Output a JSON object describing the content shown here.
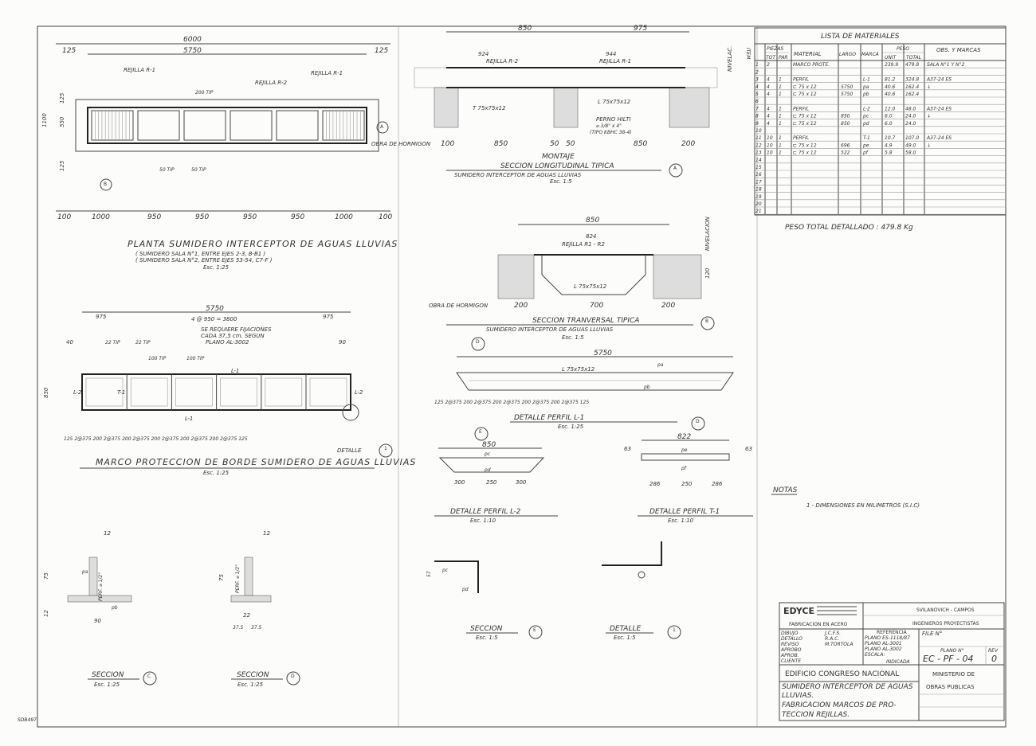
{
  "plan": {
    "title": "PLANTA SUMIDERO INTERCEPTOR DE AGUAS LLUVIAS",
    "sub1": "( SUMIDERO SALA N°1, ENTRE EJES 2-3, B-B1 )",
    "sub2": "( SUMIDERO SALA N°2, ENTRE EJES 53-54, C7-F )",
    "scale": "Esc. 1:25",
    "d_total": "6000",
    "d_inner": "5750",
    "d_l": "125",
    "d_r": "125",
    "v1": "1100",
    "v2": "550",
    "v3": "125",
    "v4": "125",
    "rejilla_r1": "REJILLA R-1",
    "rejilla_r2": "REJILLA R-2",
    "rejilla_r1b": "REJILLA R-1",
    "tip200": "200 TIP",
    "tip50a": "50 TIP",
    "tip50b": "50 TIP",
    "mark_a": "A",
    "mark_b": "B",
    "bottom": [
      "100",
      "1000",
      "950",
      "950",
      "950",
      "950",
      "1000",
      "100"
    ]
  },
  "montaje": {
    "title": "MONTAJE",
    "t1": "SECCION LONGITUDINAL TIPICA",
    "t2": "SUMIDERO INTERCEPTOR DE AGUAS LLUVIAS",
    "scale": "Esc. 1:5",
    "d850": "850",
    "d975": "975",
    "d924": "924",
    "d944": "944",
    "r2": "REJILLA R-2",
    "r1": "REJILLA R-1",
    "angle1": "T 75x75x12",
    "angle2": "L 75x75x12",
    "perno": "PERNO HILTI",
    "perno2": "⌀ 3/8\" x 4\"",
    "perno3": "(TIPO KBHC 38-4)",
    "obra": "OBRA DE HORMIGON",
    "nivel": "NIVELAC.",
    "bot": [
      "100",
      "850",
      "50",
      "50",
      "850",
      "200"
    ],
    "mark": "A"
  },
  "transversal": {
    "title": "SECCION TRANVERSAL TIPICA",
    "t2": "SUMIDERO INTERCEPTOR DE AGUAS LLUVIAS",
    "scale": "Esc. 1:5",
    "d850": "850",
    "d824": "824",
    "rej": "REJILLA R1 - R2",
    "angle": "L 75x75x12",
    "obra": "OBRA DE HORMIGON",
    "nivel": "NIVELACION",
    "bot": [
      "200",
      "700",
      "200"
    ],
    "d120": "120",
    "mark": "B"
  },
  "marco": {
    "title": "MARCO PROTECCION DE BORDE SUMIDERO DE AGUAS LLUVIAS",
    "scale": "Esc. 1:25",
    "d5750": "5750",
    "d975a": "975",
    "d975b": "975",
    "spacing": "4 @ 950 = 3800",
    "note1": "SE REQUIERE FIJACIONES",
    "note2": "CADA 37,5 cm. SEGUN",
    "note3": "PLANO AL-3002",
    "l1top": "L-1",
    "l1bot": "L-1",
    "l2l": "L-2",
    "l2r": "L-2",
    "t1": "T-1",
    "tip22a": "22 TIP",
    "tip22b": "22 TIP",
    "tip100a": "100 TIP",
    "tip100b": "100 TIP",
    "d40": "40",
    "d90": "90",
    "d850": "850",
    "bottom": "125   2@375   200   2@375   200   2@375   200   2@375   200   2@375   200   2@375   125",
    "detalle": "DETALLE",
    "dmark": "1"
  },
  "perfil_l1": {
    "title": "DETALLE PERFIL L-1",
    "scale": "Esc. 1:25",
    "d5750": "5750",
    "angle": "L 75x75x12",
    "pa": "pa",
    "pb": "pb",
    "bottom": "125   2@375  200  2@375  200  2@375  200  2@375  200  2@375   125",
    "mark": "D"
  },
  "perfil_l2": {
    "title": "DETALLE PERFIL L-2",
    "scale": "Esc. 1:10",
    "d850": "850",
    "pc": "pc",
    "pd": "pd",
    "bot": [
      "300",
      "250",
      "300"
    ],
    "mark": "E"
  },
  "perfil_t1": {
    "title": "DETALLE PERFIL T-1",
    "scale": "Esc. 1:10",
    "d822": "822",
    "d63a": "63",
    "d63b": "63",
    "pe": "pe",
    "pf": "pf",
    "bot": [
      "286",
      "250",
      "286"
    ],
    "mark": "D"
  },
  "secc_c": {
    "title": "SECCION",
    "scale": "Esc. 1:25",
    "mark": "C",
    "d12": "12",
    "d75": "75",
    "d90": "90",
    "d12b": "12",
    "lbl": "PERF. ⌀ 1/2\"",
    "pa": "pa",
    "pb": "pb"
  },
  "secc_d": {
    "title": "SECCION",
    "scale": "Esc. 1:25",
    "mark": "D",
    "d12": "12",
    "d75": "75",
    "d22": "22",
    "d375": "37.5",
    "d375b": "37.5",
    "lbl": "PERF. ⌀ 1/2\""
  },
  "secc_e": {
    "title": "SECCION",
    "scale": "Esc. 1:5",
    "mark": "E",
    "pc": "pc",
    "pd": "pd",
    "d57": "57"
  },
  "detalle1": {
    "title": "DETALLE",
    "scale": "Esc. 1:5",
    "mark": "1"
  },
  "lista": {
    "title": "LISTA DE MATERIALES",
    "h_item": "ITEM",
    "h_piezas": "PIEZAS",
    "h_tot": "TOT",
    "h_par": "PAR",
    "h_material": "MATERIAL",
    "h_largo": "LARGO",
    "h_marca": "MARCA",
    "h_peso": "PESO",
    "h_unit": "UNIT",
    "h_total": "TOTAL",
    "h_obs": "OBS. Y MARCAS",
    "rows": [
      [
        "1",
        "2",
        "",
        "MARCO PROTE.",
        "",
        "",
        "239.9",
        "479.8",
        "SALA N°1 Y N°2"
      ],
      [
        "2",
        "",
        "",
        "",
        "",
        "",
        "",
        "",
        ""
      ],
      [
        "3",
        "4",
        "1",
        "PERFIL",
        "",
        "L-1",
        "81.2",
        "324.8",
        "A37-24 ES"
      ],
      [
        "4",
        "4",
        "1",
        "⊏ 75 x 12",
        "5750",
        "pa",
        "40.6",
        "162.4",
        "↓"
      ],
      [
        "5",
        "4",
        "1",
        "⊏ 75 x 12",
        "5750",
        "pb",
        "40.6",
        "162.4",
        ""
      ],
      [
        "6",
        "",
        "",
        "",
        "",
        "",
        "",
        "",
        ""
      ],
      [
        "7",
        "4",
        "1",
        "PERFIL",
        "",
        "L-2",
        "12.0",
        "48.0",
        "A37-24 ES"
      ],
      [
        "8",
        "4",
        "1",
        "⊏ 75 x 12",
        "850",
        "pc",
        "6.0",
        "24.0",
        "↓"
      ],
      [
        "9",
        "4",
        "1",
        "⊏ 75 x 12",
        "850",
        "pd",
        "6.0",
        "24.0",
        ""
      ],
      [
        "10",
        "",
        "",
        "",
        "",
        "",
        "",
        "",
        ""
      ],
      [
        "11",
        "10",
        "1",
        "PERFIL",
        "",
        "T-1",
        "10.7",
        "107.0",
        "A37-24 ES"
      ],
      [
        "12",
        "10",
        "1",
        "⊏ 75 x 12",
        "696",
        "pe",
        "4.9",
        "49.0",
        "↓"
      ],
      [
        "13",
        "10",
        "1",
        "⊏ 75 x 12",
        "522",
        "pf",
        "5.8",
        "58.0",
        ""
      ],
      [
        "14",
        "",
        "",
        "",
        "",
        "",
        "",
        "",
        ""
      ],
      [
        "15",
        "",
        "",
        "",
        "",
        "",
        "",
        "",
        ""
      ],
      [
        "16",
        "",
        "",
        "",
        "",
        "",
        "",
        "",
        ""
      ],
      [
        "17",
        "",
        "",
        "",
        "",
        "",
        "",
        "",
        ""
      ],
      [
        "18",
        "",
        "",
        "",
        "",
        "",
        "",
        "",
        ""
      ],
      [
        "19",
        "",
        "",
        "",
        "",
        "",
        "",
        "",
        ""
      ],
      [
        "20",
        "",
        "",
        "",
        "",
        "",
        "",
        "",
        ""
      ],
      [
        "21",
        "",
        "",
        "",
        "",
        "",
        "",
        "",
        ""
      ]
    ]
  },
  "peso_total": "PESO TOTAL DETALLADO : 479.8 Kg",
  "notas": {
    "title": "NOTAS",
    "item": "1 - DIMENSIONES EN MILIMETROS (S.I.C)"
  },
  "titleblock": {
    "logo": "EDYCE",
    "logo_sub": "FABRICACION EN ACERO",
    "firm": "SVILANOVICH - CAMPOS",
    "firm_sub": "INGENIEROS PROYECTISTAS",
    "rows": [
      [
        "DIBUJO",
        "J.C.F.S."
      ],
      [
        "DETALLO",
        "R.A.C."
      ],
      [
        "REVISO",
        "M.TORTOLA"
      ],
      [
        "APROBO",
        ""
      ],
      [
        "APROB.",
        ""
      ],
      [
        "CLIENTE",
        ""
      ]
    ],
    "ref_label": "REFERENCIA",
    "refs": [
      "PLANO ES-1118/87",
      "PLANO AL-3001",
      "PLANO AL-3002"
    ],
    "escala_label": "ESCALA:",
    "escala": "INDICADA",
    "file_label": "FILE N°",
    "plano_label": "PLANO N°",
    "plano": "EC - PF - 04",
    "rev_label": "REV",
    "rev": "0",
    "project": "EDIFICIO CONGRESO NACIONAL",
    "client1": "MINISTERIO DE",
    "client2": "OBRAS PUBLICAS",
    "desc": [
      "SUMIDERO INTERCEPTOR DE AGUAS",
      "LLUVIAS.",
      "FABRICACION MARCOS DE PRO-",
      "TECCION REJILLAS."
    ]
  },
  "stamp": "SDB497"
}
